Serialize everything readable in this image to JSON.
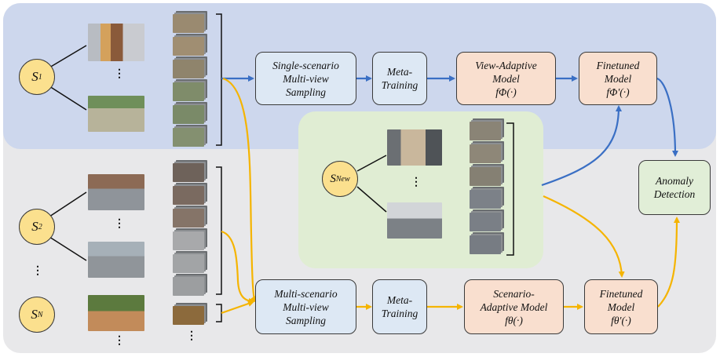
{
  "nodes": {
    "single_sampling": {
      "line1": "Single-scenario",
      "line2": "Multi-view",
      "line3": "Sampling"
    },
    "meta_training_top": {
      "line1": "Meta-",
      "line2": "Training"
    },
    "view_adaptive": {
      "line1": "View-Adaptive",
      "line2": "Model",
      "formula": "fΦ(·)"
    },
    "finetuned_top": {
      "line1": "Finetuned",
      "line2": "Model",
      "formula": "fΦ'(·)"
    },
    "anomaly": {
      "line1": "Anomaly",
      "line2": "Detection"
    },
    "multi_sampling": {
      "line1": "Multi-scenario",
      "line2": "Multi-view",
      "line3": "Sampling"
    },
    "meta_training_bottom": {
      "line1": "Meta-",
      "line2": "Training"
    },
    "scenario_adaptive": {
      "line1": "Scenario-",
      "line2": "Adaptive Model",
      "formula": "fθ(·)"
    },
    "finetuned_bottom": {
      "line1": "Finetuned",
      "line2": "Model",
      "formula": "fθ'(·)"
    }
  },
  "scenarios": {
    "s1": {
      "base": "S",
      "sub": "1"
    },
    "s2": {
      "base": "S",
      "sub": "2"
    },
    "sn": {
      "base": "S",
      "sub": "N"
    },
    "snew": {
      "base": "S",
      "sub": "New"
    }
  },
  "ellipsis": "⋮",
  "colors": {
    "blue_arrow": "#3a6fc4",
    "yellow_arrow": "#f5b400",
    "node_blue": "#dde8f4",
    "node_peach": "#f9dfcf",
    "node_green": "#e1eed7",
    "scenario_circle": "#fbe08e"
  }
}
